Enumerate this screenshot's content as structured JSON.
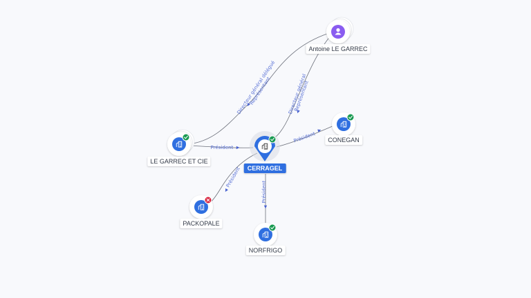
{
  "colors": {
    "company": "#2f6fe0",
    "person": "#8a5cf0",
    "active": "#1a9a52",
    "closed": "#d8213c",
    "edge": "#6b6f7a",
    "edge_label": "#5a72d6"
  },
  "nodes": [
    {
      "id": "antoine",
      "label": "Antoine LE GARREC",
      "kind": "person",
      "icon": "person-icon",
      "status": "none"
    },
    {
      "id": "legarrec",
      "label": "LE GARREC ET CIE",
      "kind": "company",
      "icon": "building-icon",
      "status": "active"
    },
    {
      "id": "cerragel",
      "label": "CERRAGEL",
      "kind": "main",
      "icon": "building-icon",
      "status": "active"
    },
    {
      "id": "conegan",
      "label": "CONEGAN",
      "kind": "company",
      "icon": "building-icon",
      "status": "active"
    },
    {
      "id": "packopale",
      "label": "PACKOPALE",
      "kind": "company",
      "icon": "building-icon",
      "status": "closed"
    },
    {
      "id": "norfrigo",
      "label": "NORFRIGO",
      "kind": "company",
      "icon": "building-icon",
      "status": "active"
    }
  ],
  "edges": [
    {
      "id": "e1",
      "from": "antoine",
      "to": "legarrec",
      "labels": [
        "Directeur général délégué",
        "Représentant"
      ]
    },
    {
      "id": "e2",
      "from": "antoine",
      "to": "cerragel",
      "labels": [
        "Directeur général",
        "Représentant"
      ]
    },
    {
      "id": "e3",
      "from": "legarrec",
      "to": "cerragel",
      "labels": [
        "Président"
      ]
    },
    {
      "id": "e4",
      "from": "cerragel",
      "to": "conegan",
      "labels": [
        "Président"
      ]
    },
    {
      "id": "e5",
      "from": "cerragel",
      "to": "packopale",
      "labels": [
        "Président"
      ]
    },
    {
      "id": "e6",
      "from": "cerragel",
      "to": "norfrigo",
      "labels": [
        "Président"
      ]
    }
  ]
}
